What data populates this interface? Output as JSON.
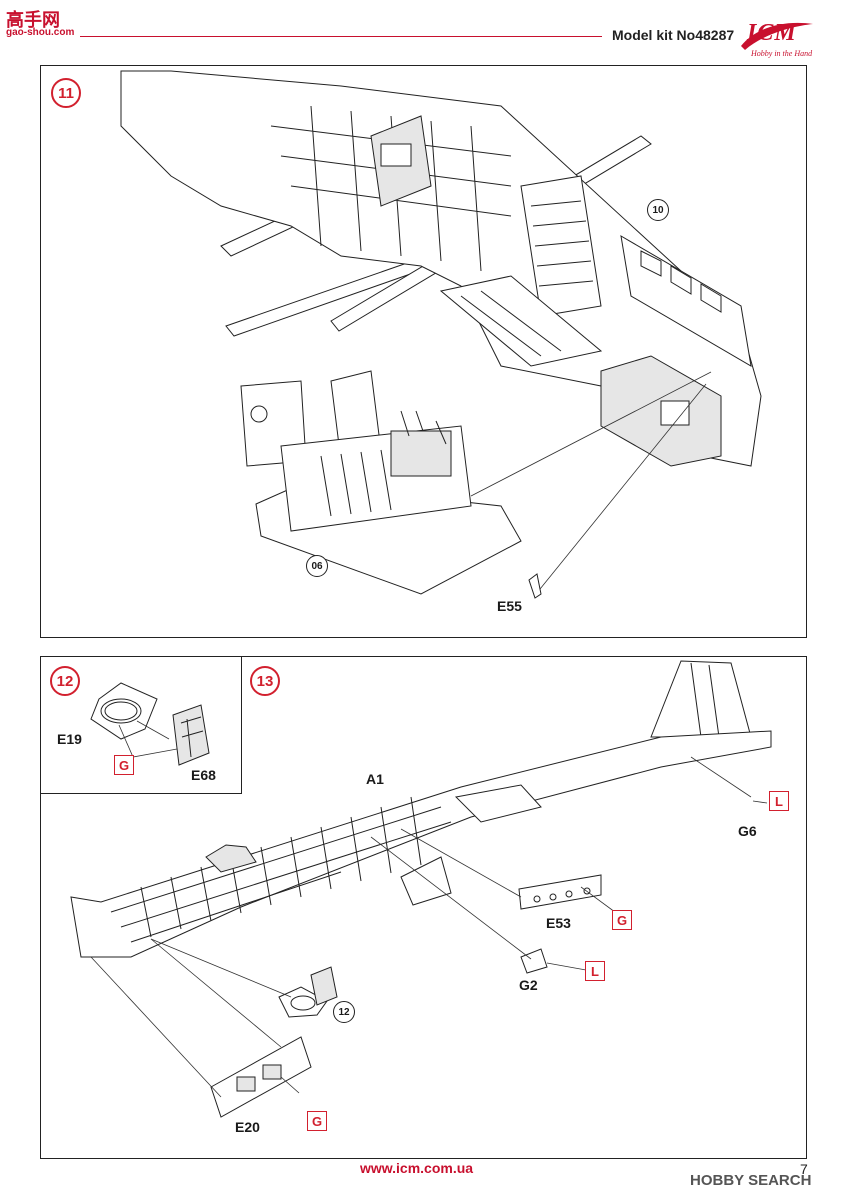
{
  "header": {
    "model_title": "Model kit No48287",
    "brand": "ICM",
    "brand_tagline": "Hobby in the Hand",
    "watermark_top": "高手网",
    "watermark_sub": "gao-shou.com"
  },
  "steps": {
    "step11": {
      "number": "11",
      "refs": [
        "10",
        "06"
      ],
      "parts": [
        "E55"
      ]
    },
    "step12": {
      "number": "12",
      "parts": [
        "E19",
        "E68"
      ],
      "paint": [
        "G"
      ]
    },
    "step13": {
      "number": "13",
      "ref": "12",
      "parts": [
        "A1",
        "G6",
        "E53",
        "G2",
        "E20"
      ],
      "paint": [
        "L",
        "G",
        "L",
        "G"
      ]
    }
  },
  "footer": {
    "url": "www.icm.com.ua",
    "page_number": "7",
    "watermark": "HOBBY SEARCH"
  },
  "colors": {
    "accent": "#c8102e",
    "line": "#222222"
  }
}
